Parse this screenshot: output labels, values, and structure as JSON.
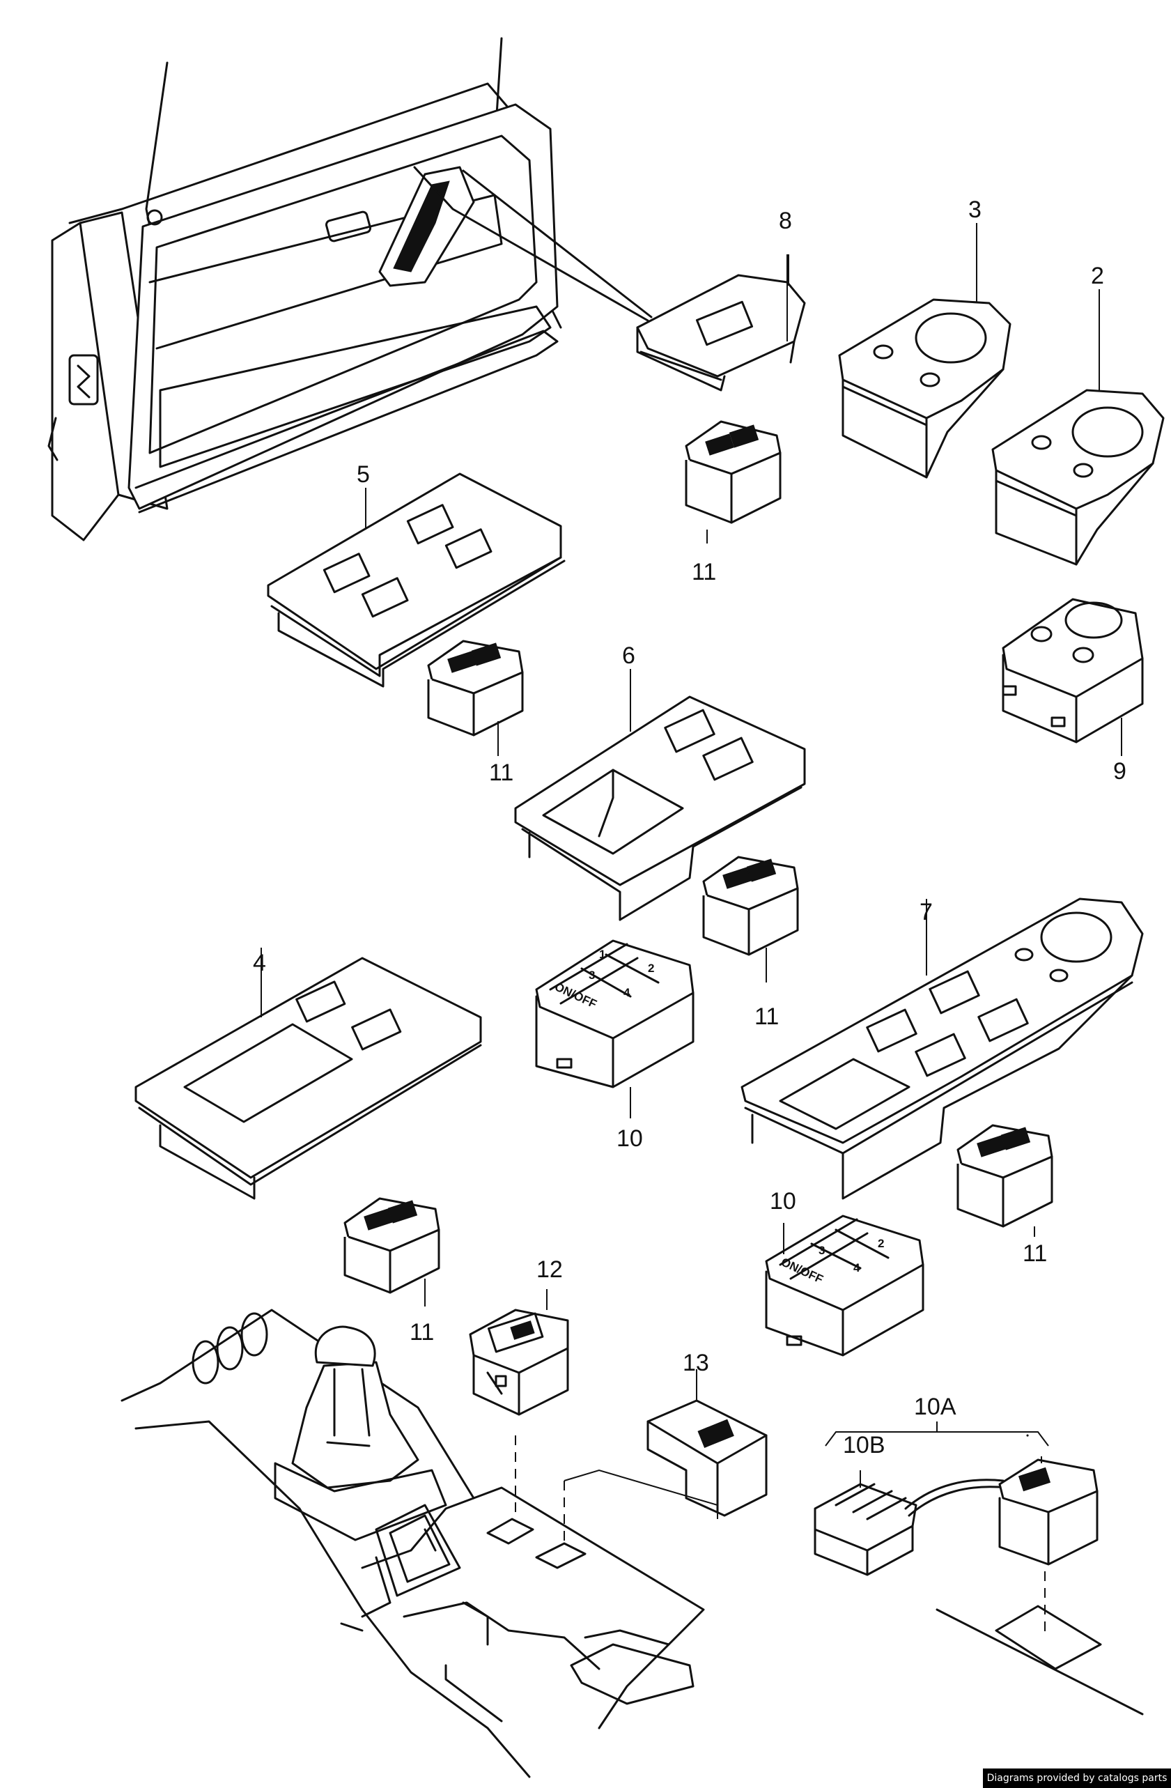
{
  "diagram": {
    "callouts": [
      "8",
      "3",
      "2",
      "5",
      "11",
      "9",
      "6",
      "7",
      "4",
      "10",
      "12",
      "13",
      "10A",
      "10B"
    ],
    "switch_legends": {
      "on_off": "ON/OFF",
      "seat_1": "1",
      "seat_2": "2",
      "seat_3": "3",
      "seat_4": "4"
    }
  },
  "credit": {
    "text": "Diagrams provided by catalogs parts"
  }
}
